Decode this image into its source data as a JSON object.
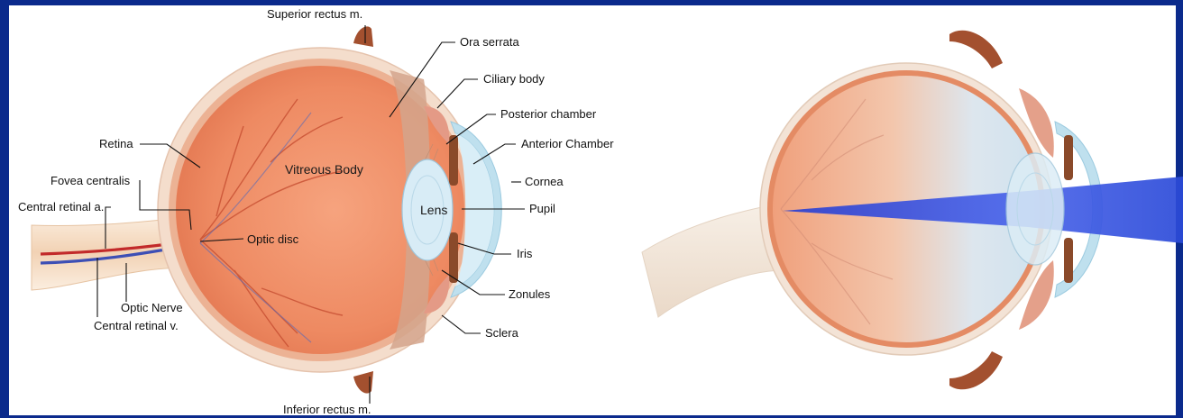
{
  "colors": {
    "frame": "#0b2a8c",
    "panel": "#ffffff",
    "vitreous": "#ee8a62",
    "sclera": "#f2d9c8",
    "cornea": "#bfe0ee",
    "lens": "#d8ecf6",
    "iris": "#8a4a2a",
    "muscle": "#a3502f",
    "light_beam": "#3b57e0"
  },
  "labels": {
    "superior_rectus": "Superior rectus m.",
    "ora_serrata": "Ora serrata",
    "ciliary_body": "Ciliary body",
    "posterior_chamber": "Posterior chamber",
    "anterior_chamber": "Anterior Chamber",
    "retina": "Retina",
    "cornea": "Cornea",
    "fovea_centralis": "Fovea centralis",
    "vitreous_body": "Vitreous Body",
    "central_retinal_a": "Central retinal a.",
    "lens": "Lens",
    "pupil": "Pupil",
    "optic_disc": "Optic disc",
    "iris": "Iris",
    "zonules": "Zonules",
    "optic_nerve": "Optic Nerve",
    "central_retinal_v": "Central retinal v.",
    "sclera": "Sclera",
    "inferior_rectus": "Inferior rectus m."
  }
}
